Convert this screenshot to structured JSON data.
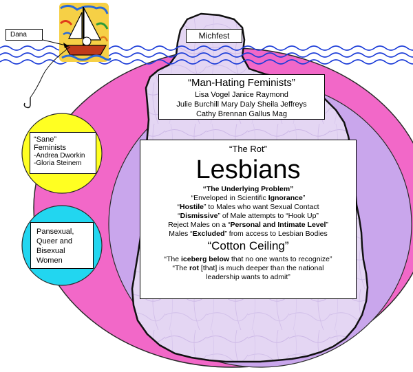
{
  "labels": {
    "dana": "Dana",
    "michfest": "Michfest"
  },
  "man_hating": {
    "title": "“Man-Hating Feminists”",
    "line1": "Lisa Vogel   Janice Raymond",
    "line2": "Julie Burchill   Mary Daly   Sheila Jeffreys",
    "line3": "Cathy Brennan   Gallus Mag"
  },
  "rot": {
    "title": "“The Rot”",
    "big": "Lesbians",
    "underlying": "“The Underlying Problem”",
    "l1a": "“Enveloped in Scientific ",
    "l1b": "Ignorance",
    "l1c": "”",
    "l2a": "“",
    "l2b": "Hostile",
    "l2c": "” to Males who want Sexual Contact",
    "l3a": "“",
    "l3b": "Dismissive",
    "l3c": "” of Male attempts to “Hook Up”",
    "l4a": "Reject Males on a “",
    "l4b": "Personal and Intimate Level",
    "l4c": "”",
    "l5a": "Males “",
    "l5b": "Excluded",
    "l5c": "” from access to Lesbian Bodies",
    "cotton": "“Cotton Ceiling”",
    "q1a": "“The ",
    "q1b": "iceberg below",
    "q1c": " that no one wants to recognize”",
    "q2a": "“The ",
    "q2b": "rot",
    "q2c": " [that] is much deeper than the national",
    "q2d": "leadership wants to admit”"
  },
  "sane": {
    "l1": "“Sane”",
    "l2": "Feminists",
    "l3": "-Andrea Dworkin",
    "l4": "-Gloria Steinem"
  },
  "pansexual": {
    "l1": "Pansexual,",
    "l2": "Queer and",
    "l3": "Bisexual",
    "l4": "Women"
  },
  "colors": {
    "magenta_ellipse": "#f268c8",
    "lavender_circle": "#c9a6ec",
    "iceberg_fill": "#e3d4f2",
    "yellow_circle": "#ffff22",
    "cyan_circle": "#22d6f0",
    "water": "#1a3bd8"
  }
}
